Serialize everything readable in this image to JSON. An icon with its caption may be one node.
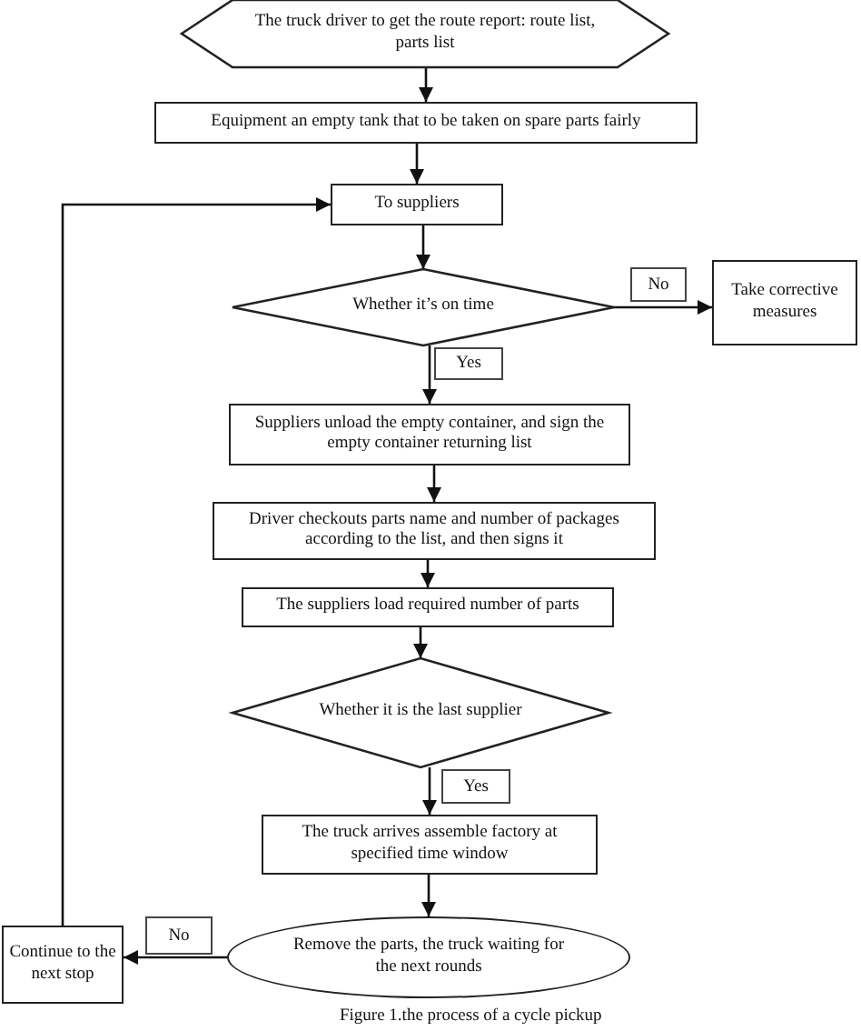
{
  "diagram": {
    "caption": "Figure 1.the process of a cycle pickup",
    "nodes": [
      {
        "text": [
          "The truck driver to get the route report: route list, parts list"
        ]
      },
      {
        "text": [
          "Equipment an empty tank that to be taken on spare parts fairly"
        ]
      },
      {
        "text": [
          "To suppliers"
        ]
      },
      {
        "text": [
          "Whether it’s on time"
        ]
      },
      {
        "text": [
          "Take corrective measures"
        ]
      },
      {
        "text": [
          "Suppliers unload the empty container, and sign the empty container returning list"
        ]
      },
      {
        "text": [
          "Driver checkouts parts name and number of packages according to the list, and then signs it"
        ]
      },
      {
        "text": [
          "The suppliers load required number of parts"
        ]
      },
      {
        "text": [
          "Whether it is the last supplier"
        ]
      },
      {
        "text": [
          "The truck arrives assemble factory at specified time window"
        ]
      },
      {
        "text": [
          "Remove the parts, the truck waiting for the next rounds"
        ]
      },
      {
        "text": [
          "Continue to the next stop"
        ]
      }
    ],
    "edges": [
      {
        "from": 0,
        "to": 1,
        "arrow": "to"
      },
      {
        "from": 1,
        "to": 2,
        "arrow": "to"
      },
      {
        "from": 2,
        "to": 3,
        "arrow": "to"
      },
      {
        "from": 3,
        "to": 4,
        "arrow": "to",
        "label": "No"
      },
      {
        "from": 3,
        "to": 5,
        "arrow": "to",
        "label": "Yes"
      },
      {
        "from": 5,
        "to": 6,
        "arrow": "to"
      },
      {
        "from": 6,
        "to": 7,
        "arrow": "to"
      },
      {
        "from": 7,
        "to": 8,
        "arrow": "to"
      },
      {
        "from": 8,
        "to": 9,
        "arrow": "to",
        "label": "Yes"
      },
      {
        "from": 9,
        "to": 10,
        "arrow": "to"
      },
      {
        "from": 10,
        "to": 11,
        "arrow": "to",
        "label": "No"
      },
      {
        "from": 11,
        "to": 2,
        "arrow": "to"
      }
    ]
  }
}
